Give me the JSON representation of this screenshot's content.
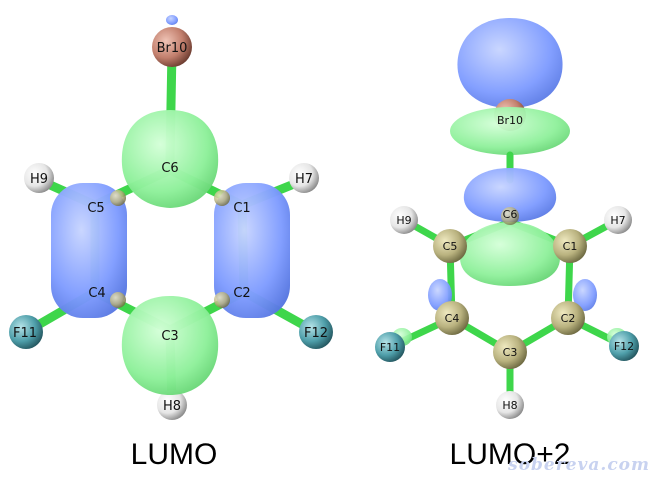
{
  "colors": {
    "bond": "#3ed64b",
    "lobe_positive": "#8ef09a",
    "lobe_negative": "#7f9cff",
    "carbon": "#b9b27f",
    "hydrogen": "#e9e9e9",
    "fluorine": "#4f9faa",
    "bromine": "#c27f6d"
  },
  "panels": {
    "left": {
      "title": "LUMO",
      "atoms": {
        "br10": "Br10",
        "c6": "C6",
        "h9": "H9",
        "h7": "H7",
        "c5": "C5",
        "c1": "C1",
        "c4": "C4",
        "c2": "C2",
        "f11": "F11",
        "f12": "F12",
        "c3": "C3",
        "h8": "H8"
      }
    },
    "right": {
      "title": "LUMO+2",
      "atoms": {
        "br10": "Br10",
        "c6": "C6",
        "h9": "H9",
        "h7": "H7",
        "c5": "C5",
        "c1": "C1",
        "c4": "C4",
        "c2": "C2",
        "f11": "F11",
        "f12": "F12",
        "c3": "C3",
        "h8": "H8"
      }
    }
  },
  "watermark": "sobereva.com"
}
